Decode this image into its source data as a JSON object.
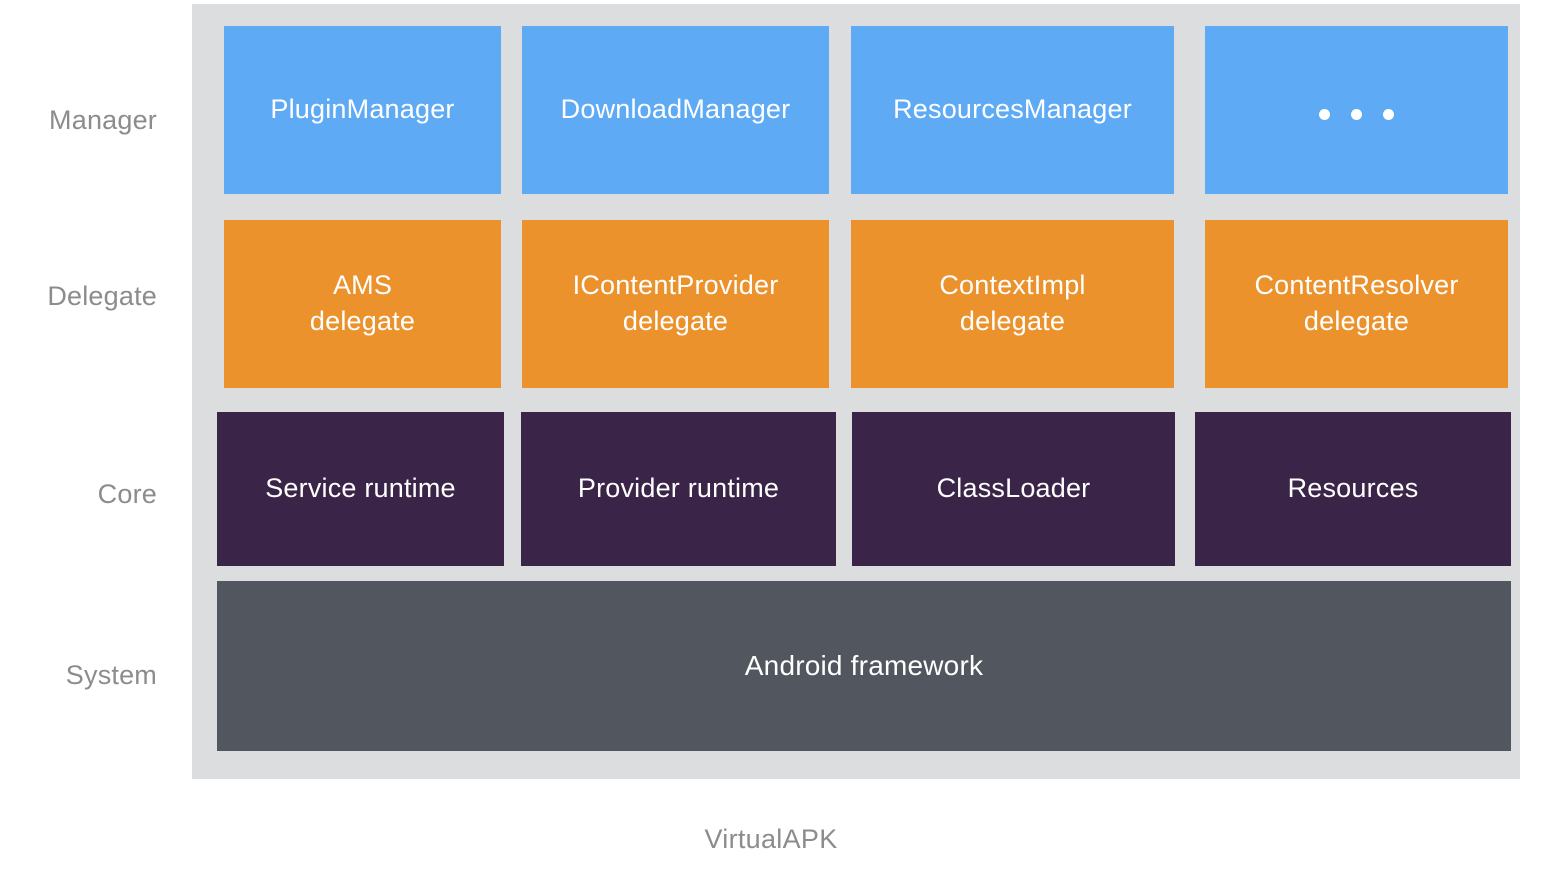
{
  "caption": "VirtualAPK",
  "colors": {
    "background": "#ffffff",
    "container": "#dcdddf",
    "manager": "#5faaf4",
    "delegate": "#eb922c",
    "core": "#3a2447",
    "system": "#52575f",
    "label_text": "#8c8c8c",
    "box_text": "#ffffff"
  },
  "rows": [
    {
      "label": "Manager",
      "boxes": [
        {
          "line1": "PluginManager",
          "line2": ""
        },
        {
          "line1": "DownloadManager",
          "line2": ""
        },
        {
          "line1": "ResourcesManager",
          "line2": ""
        },
        {
          "line1": "",
          "line2": "",
          "ellipsis": "..."
        }
      ]
    },
    {
      "label": "Delegate",
      "boxes": [
        {
          "line1": "AMS",
          "line2": "delegate"
        },
        {
          "line1": "IContentProvider",
          "line2": "delegate"
        },
        {
          "line1": "ContextImpl",
          "line2": "delegate"
        },
        {
          "line1": "ContentResolver",
          "line2": "delegate"
        }
      ]
    },
    {
      "label": "Core",
      "boxes": [
        {
          "line1": "Service runtime",
          "line2": ""
        },
        {
          "line1": "Provider runtime",
          "line2": ""
        },
        {
          "line1": "ClassLoader",
          "line2": ""
        },
        {
          "line1": "Resources",
          "line2": ""
        }
      ]
    },
    {
      "label": "System",
      "boxes": [
        {
          "line1": "Android framework",
          "line2": ""
        }
      ]
    }
  ]
}
